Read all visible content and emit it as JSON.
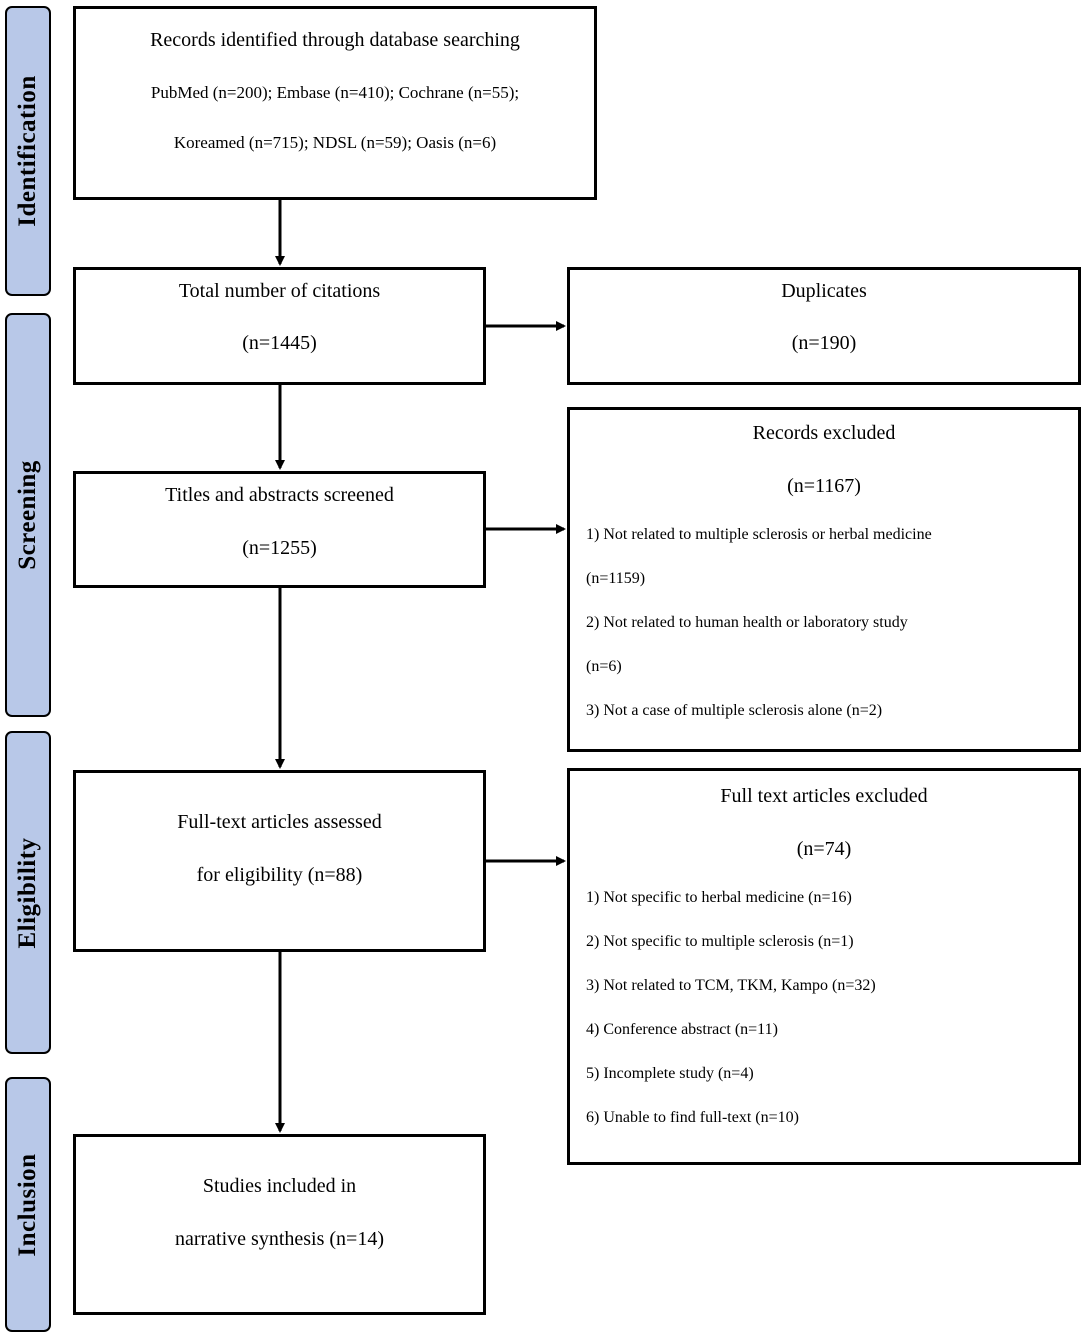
{
  "stages": {
    "identification": "Identification",
    "screening": "Screening",
    "eligibility": "Eligibility",
    "inclusion": "Inclusion"
  },
  "records_identified": {
    "title": "Records identified through database searching",
    "line1": "PubMed (n=200); Embase (n=410); Cochrane (n=55);",
    "line2": "Koreamed (n=715); NDSL (n=59); Oasis (n=6)"
  },
  "total_citations": {
    "title": "Total number of citations",
    "count": "(n=1445)"
  },
  "duplicates": {
    "title": "Duplicates",
    "count": "(n=190)"
  },
  "titles_screened": {
    "title": "Titles and abstracts screened",
    "count": "(n=1255)"
  },
  "records_excluded": {
    "title": "Records excluded",
    "count": "(n=1167)",
    "items": [
      "1) Not related to multiple sclerosis or herbal medicine",
      "(n=1159)",
      "2) Not related to human health or laboratory study",
      "(n=6)",
      "3) Not a case of multiple sclerosis alone (n=2)"
    ]
  },
  "fulltext_assessed": {
    "line1": "Full-text articles assessed",
    "line2": "for eligibility (n=88)"
  },
  "fulltext_excluded": {
    "title": "Full text articles excluded",
    "count": "(n=74)",
    "items": [
      "1) Not specific to herbal medicine (n=16)",
      "2) Not specific to multiple sclerosis (n=1)",
      "3) Not related to TCM, TKM, Kampo (n=32)",
      "4) Conference abstract (n=11)",
      "5) Incomplete study (n=4)",
      "6) Unable to find full-text (n=10)"
    ]
  },
  "studies_included": {
    "line1": "Studies included in",
    "line2": "narrative synthesis (n=14)"
  },
  "colors": {
    "stage_fill": "#b8c8e8",
    "border": "#000000"
  }
}
